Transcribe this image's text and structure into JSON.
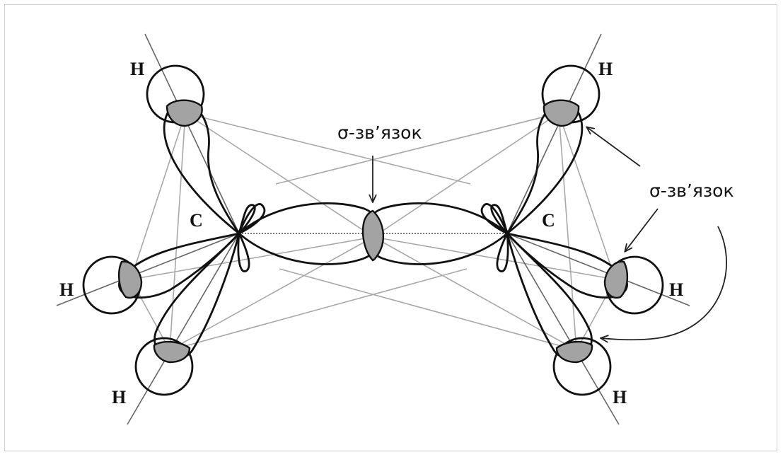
{
  "labels": {
    "h": "H",
    "c": "C",
    "sigma_center": "σ-зв’язок",
    "sigma_right": "σ-зв’язок"
  }
}
